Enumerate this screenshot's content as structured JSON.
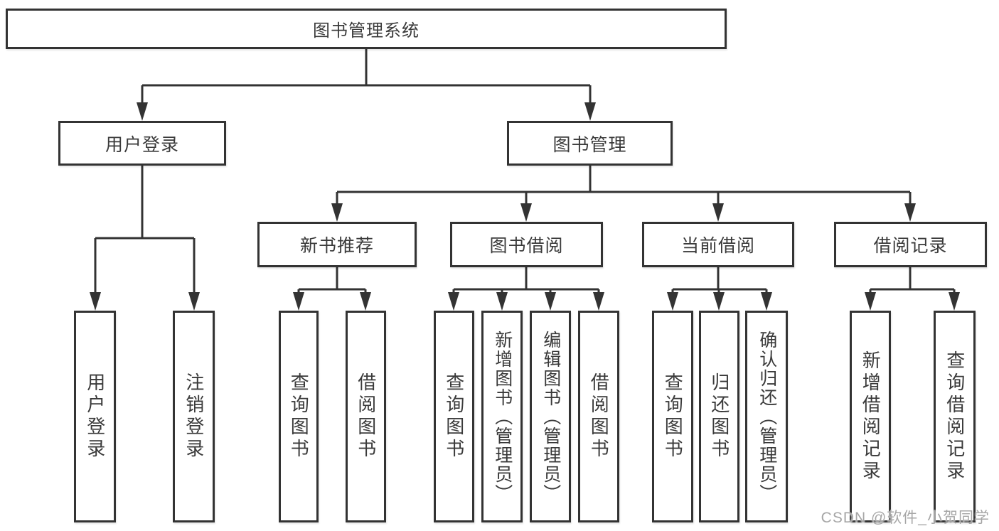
{
  "page": {
    "background": "#ffffff"
  },
  "colors": {
    "line": "#333333",
    "text": "#3a3a3a",
    "watermark": "#a6a6a6"
  },
  "watermark": {
    "text": "CSDN @软件_小贺同学"
  },
  "diagram": {
    "type": "hierarchy-tree",
    "root": {
      "label": "图书管理系统"
    },
    "branches": [
      {
        "label": "用户登录",
        "children": [
          {
            "label": "用户登录"
          },
          {
            "label": "注销登录"
          }
        ]
      },
      {
        "label": "图书管理",
        "children": [
          {
            "label": "新书推荐",
            "children": [
              {
                "label": "查询图书"
              },
              {
                "label": "借阅图书"
              }
            ]
          },
          {
            "label": "图书借阅",
            "children": [
              {
                "label": "查询图书"
              },
              {
                "label": "新增图书（管理员）"
              },
              {
                "label": "编辑图书（管理员）"
              },
              {
                "label": "借阅图书"
              }
            ]
          },
          {
            "label": "当前借阅",
            "children": [
              {
                "label": "查询图书"
              },
              {
                "label": "归还图书"
              },
              {
                "label": "确认归还（管理员）"
              }
            ]
          },
          {
            "label": "借阅记录",
            "children": [
              {
                "label": "新增借阅记录"
              },
              {
                "label": "查询借阅记录"
              }
            ]
          }
        ]
      }
    ]
  }
}
